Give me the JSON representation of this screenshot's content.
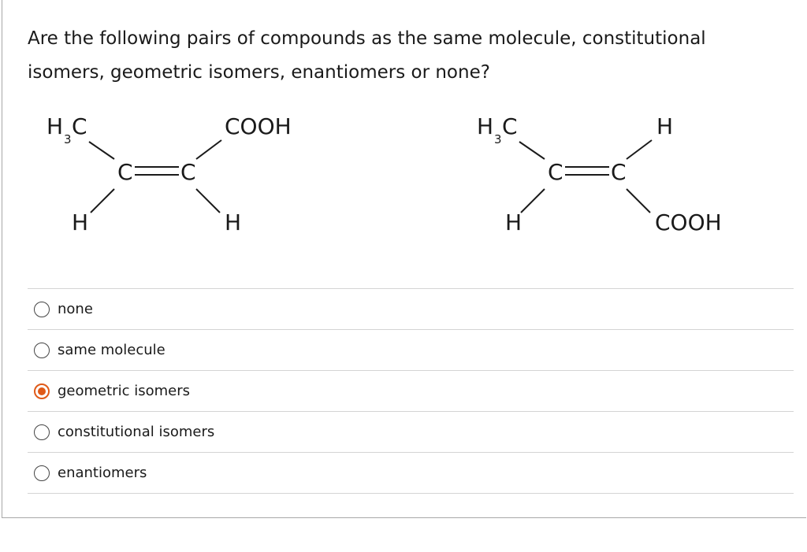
{
  "question": {
    "text_line1": "Are the following pairs of compounds as the same molecule, constitutional",
    "text_line2": "isomers, geometric isomers, enantiomers or none?"
  },
  "structures": {
    "left": {
      "top_left": "H",
      "top_left_sub": "3",
      "top_left_tail": "C",
      "top_right": "COOH",
      "bottom_left": "H",
      "bottom_right": "H",
      "carbon_left": "C",
      "carbon_right": "C"
    },
    "right": {
      "top_left": "H",
      "top_left_sub": "3",
      "top_left_tail": "C",
      "top_right": "H",
      "bottom_left": "H",
      "bottom_right": "COOH",
      "carbon_left": "C",
      "carbon_right": "C"
    }
  },
  "options": [
    {
      "label": "none",
      "selected": false
    },
    {
      "label": "same molecule",
      "selected": false
    },
    {
      "label": "geometric isomers",
      "selected": true
    },
    {
      "label": "constitutional isomers",
      "selected": false
    },
    {
      "label": "enantiomers",
      "selected": false
    }
  ],
  "colors": {
    "accent": "#e05a18",
    "text": "#1a1a1a",
    "divider": "#d4d4d4"
  }
}
